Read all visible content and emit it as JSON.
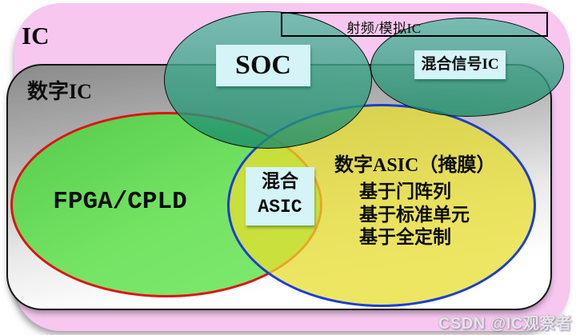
{
  "diagram": {
    "outer_region": {
      "label": "IC"
    },
    "digital_region": {
      "label": "数字IC"
    },
    "rf_analog_box": {
      "label": "射频/模拟IC"
    },
    "soc_ellipse": {
      "label": "SOC"
    },
    "mixed_signal_ellipse": {
      "label": "混合信号IC"
    },
    "fpga_ellipse": {
      "label": "FPGA/CPLD"
    },
    "mixed_asic_overlap": {
      "label_line1": "混合",
      "label_line2": "ASIC"
    },
    "digital_asic_ellipse": {
      "title": "数字ASIC（掩膜）",
      "items": [
        "基于门阵列",
        "基于标准单元",
        "基于全定制"
      ]
    },
    "colors": {
      "outer_fill": "#f7c7f0",
      "fpga_border": "#e01212",
      "asic_border": "#1a3ed6",
      "analog_fill": "#2f9a80",
      "label_box_fill": "#d4f4f7",
      "digital_fill_top": "#8a8a8a"
    }
  },
  "watermark": {
    "text": "CSDN @IC观察者"
  }
}
